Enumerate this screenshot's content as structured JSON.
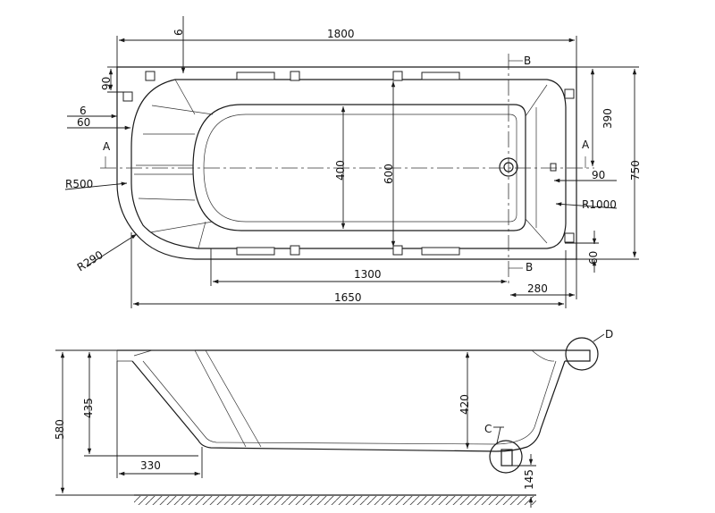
{
  "dimensions": {
    "length": "1800",
    "top_offset": "6",
    "rim_top": "90",
    "left_offset": "6",
    "left_rim": "60",
    "section_a": "A",
    "section_b": "B",
    "radius_large": "R500",
    "radius_small": "R290",
    "inner_width": "400",
    "basin_width": "600",
    "half_width": "390",
    "width": "750",
    "right_rim": "90",
    "radius_right": "R1000",
    "bottom_rim": "60",
    "floor_length": "1300",
    "drain_offset": "280",
    "inner_length": "1650",
    "height_total": "580",
    "height_rim": "435",
    "depth": "420",
    "foot": "330",
    "leg": "145",
    "detail_c": "C",
    "detail_d": "D"
  }
}
